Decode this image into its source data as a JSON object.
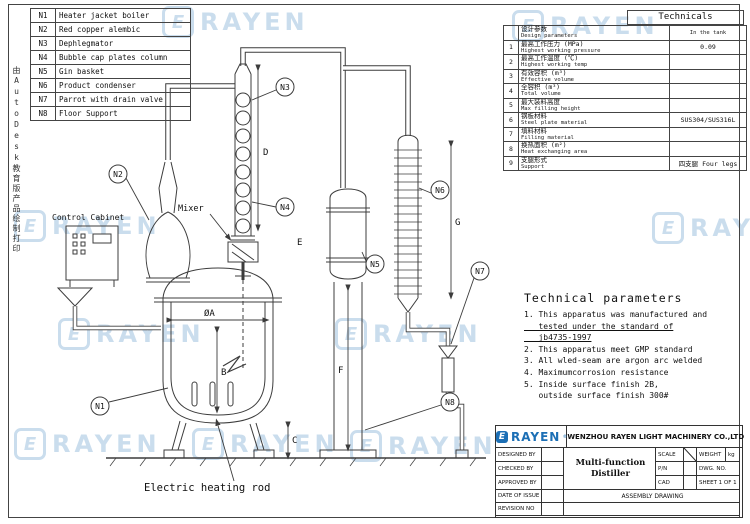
{
  "side_note": "由AutoDesk教育版产品绘制打印",
  "watermark": {
    "letter": "E",
    "text": "RAYEN"
  },
  "parts_table": {
    "rows": [
      {
        "id": "N1",
        "label": "Heater jacket boiler"
      },
      {
        "id": "N2",
        "label": "Red copper alembic"
      },
      {
        "id": "N3",
        "label": "Dephlegmator"
      },
      {
        "id": "N4",
        "label": "Bubble cap plates column"
      },
      {
        "id": "N5",
        "label": "Gin basket"
      },
      {
        "id": "N6",
        "label": "Product condenser"
      },
      {
        "id": "N7",
        "label": "Parrot with drain valve"
      },
      {
        "id": "N8",
        "label": "Floor Support"
      }
    ]
  },
  "technicals": {
    "title": "Technicals",
    "header": {
      "cn": "设计参数",
      "en": "Design parameters",
      "right": "In the tank"
    },
    "rows": [
      {
        "num": "1",
        "cn": "最高工作压力 (MPa)",
        "en": "Highest working pressure",
        "value": "0.09"
      },
      {
        "num": "2",
        "cn": "最高工作温度 (℃)",
        "en": "Highest working temp",
        "value": ""
      },
      {
        "num": "3",
        "cn": "有效容积 (m³)",
        "en": "Effective volume",
        "value": ""
      },
      {
        "num": "4",
        "cn": "全容积 (m³)",
        "en": "Total volume",
        "value": ""
      },
      {
        "num": "5",
        "cn": "最大装料高度",
        "en": "Max filling height",
        "value": ""
      },
      {
        "num": "6",
        "cn": "钢板材料",
        "en": "Steel plate material",
        "value": "SUS304/SUS316L"
      },
      {
        "num": "7",
        "cn": "填料材料",
        "en": "Filling material",
        "value": ""
      },
      {
        "num": "8",
        "cn": "换热面积 (m²)",
        "en": "Heat exchanging area",
        "value": ""
      },
      {
        "num": "9",
        "cn": "支腿形式",
        "en": "Support",
        "value": "四支腿 Four legs"
      }
    ]
  },
  "tech_params": {
    "title": "Technical parameters",
    "lines": [
      "1. This apparatus was manufactured and",
      "   tested under the standard of",
      "   jb4735-1997",
      "2. This apparatus meet GMP standard",
      "3. All wled-seam are argon arc welded",
      "4. Maximumcorrosion resistance",
      "5. Inside surface finish 2B,",
      "   outside surface finish 300#"
    ]
  },
  "drawing": {
    "labels": {
      "n1": "N1",
      "n2": "N2",
      "n3": "N3",
      "n4": "N4",
      "n5": "N5",
      "n6": "N6",
      "n7": "N7",
      "n8": "N8",
      "mixer": "Mixer",
      "control_cabinet": "Control Cabinet",
      "heating_rod": "Electric heating rod",
      "dim_d": "D",
      "dim_e": "E",
      "dim_f": "F",
      "dim_g": "G",
      "dim_b": "B",
      "dim_c": "C",
      "dim_phi_a": "ØA"
    }
  },
  "title_block": {
    "brand": "RAYEN",
    "reg": "®",
    "logo_letter": "E",
    "company": "WENZHOU RAYEN LIGHT MACHINERY CO.,LTD",
    "product": "Multi-function Distiller",
    "assembly": "ASSEMBLY DRAWING",
    "labels": {
      "designed": "DESIGNED BY",
      "checked": "CHECKED BY",
      "approved": "APPROVED BY",
      "date": "DATE OF ISSUE",
      "revision": "REVISION NO",
      "scale": "SCALE",
      "weight": "WEIGHT",
      "kg": "kg",
      "pn": "P/N",
      "dwg": "DWG. NO.",
      "cad": "CAD",
      "sheet": "SHEET 1 OF 1"
    }
  }
}
